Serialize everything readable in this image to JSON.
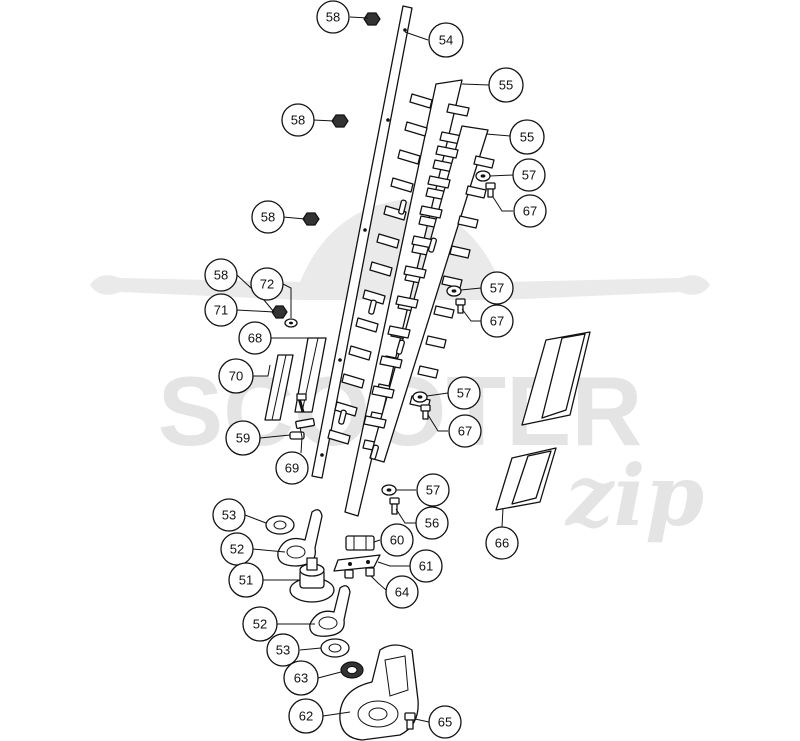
{
  "watermark": {
    "brand": "SCOOTER",
    "suffix": "zip",
    "color": "#d9d9d9"
  },
  "callouts": [
    {
      "id": "c-58a",
      "label": "58"
    },
    {
      "id": "c-54",
      "label": "54"
    },
    {
      "id": "c-55a",
      "label": "55"
    },
    {
      "id": "c-58b",
      "label": "58"
    },
    {
      "id": "c-55b",
      "label": "55"
    },
    {
      "id": "c-57a",
      "label": "57"
    },
    {
      "id": "c-67a",
      "label": "67"
    },
    {
      "id": "c-58c",
      "label": "58"
    },
    {
      "id": "c-58d",
      "label": "58"
    },
    {
      "id": "c-72",
      "label": "72"
    },
    {
      "id": "c-71",
      "label": "71"
    },
    {
      "id": "c-57b",
      "label": "57"
    },
    {
      "id": "c-67b",
      "label": "67"
    },
    {
      "id": "c-68",
      "label": "68"
    },
    {
      "id": "c-70",
      "label": "70"
    },
    {
      "id": "c-57c",
      "label": "57"
    },
    {
      "id": "c-67c",
      "label": "67"
    },
    {
      "id": "c-59",
      "label": "59"
    },
    {
      "id": "c-69",
      "label": "69"
    },
    {
      "id": "c-57d",
      "label": "57"
    },
    {
      "id": "c-53a",
      "label": "53"
    },
    {
      "id": "c-56",
      "label": "56"
    },
    {
      "id": "c-52a",
      "label": "52"
    },
    {
      "id": "c-60",
      "label": "60"
    },
    {
      "id": "c-66",
      "label": "66"
    },
    {
      "id": "c-61",
      "label": "61"
    },
    {
      "id": "c-51",
      "label": "51"
    },
    {
      "id": "c-64",
      "label": "64"
    },
    {
      "id": "c-52b",
      "label": "52"
    },
    {
      "id": "c-53b",
      "label": "53"
    },
    {
      "id": "c-63",
      "label": "63"
    },
    {
      "id": "c-62",
      "label": "62"
    },
    {
      "id": "c-65",
      "label": "65"
    }
  ]
}
